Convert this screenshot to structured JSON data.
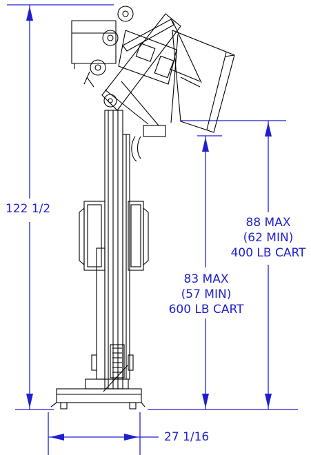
{
  "colors": {
    "dimension": "#1f1fd0",
    "linework": "#000000",
    "background": "#ffffff"
  },
  "dimensions": {
    "overall_height": "122 1/2",
    "cart_400": {
      "line1": "88 MAX",
      "line2": "(62 MIN)",
      "line3": "400 LB CART"
    },
    "cart_600": {
      "line1": "83 MAX",
      "line2": "(57 MIN)",
      "line3": "600 LB CART"
    },
    "base_width": "27 1/16"
  }
}
